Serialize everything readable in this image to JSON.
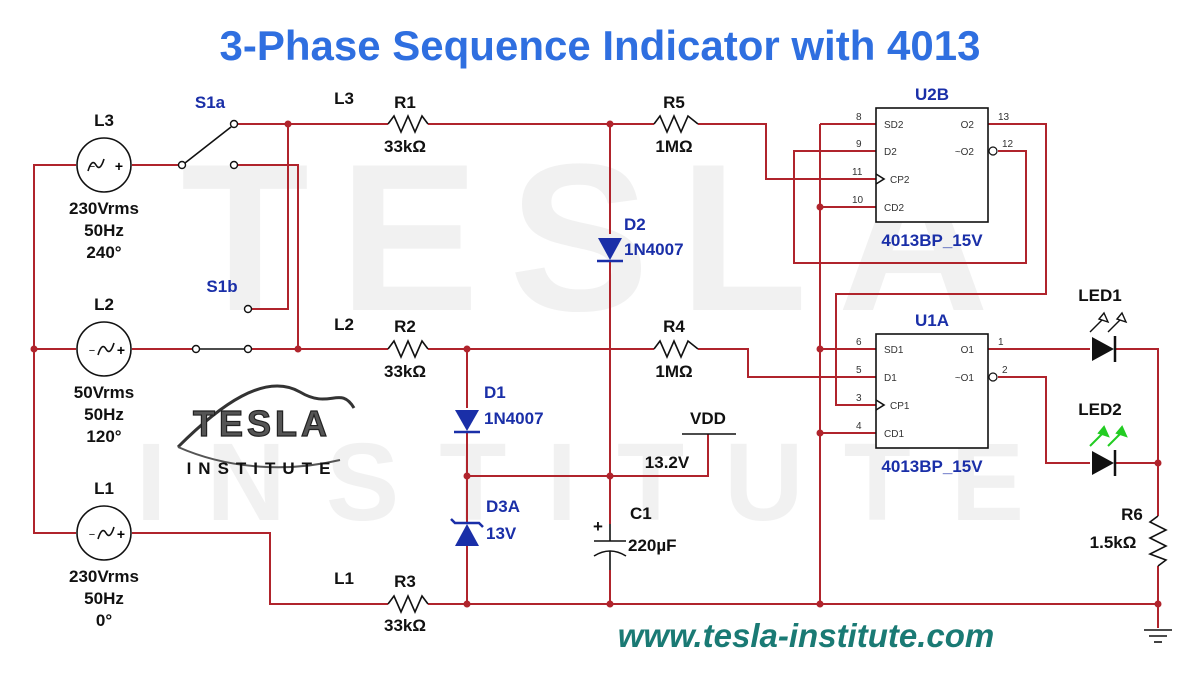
{
  "title": "3-Phase Sequence Indicator with 4013",
  "website": "www.tesla-institute.com",
  "logo": {
    "word": "TESLA",
    "sub": "INSTITUTE"
  },
  "watermark": {
    "word": "TESLA",
    "sub": "INSTITUTE"
  },
  "sources": [
    {
      "name": "L3",
      "lines": [
        "230Vrms",
        "50Hz",
        "240°"
      ]
    },
    {
      "name": "L2",
      "lines": [
        "50Vrms",
        "50Hz",
        "120°"
      ]
    },
    {
      "name": "L1",
      "lines": [
        "230Vrms",
        "50Hz",
        "0°"
      ]
    }
  ],
  "switches": {
    "s1a": "S1a",
    "s1b": "S1b"
  },
  "lines": {
    "l3": "L3",
    "l2": "L2",
    "l1": "L1"
  },
  "resistors": {
    "r1": {
      "name": "R1",
      "value": "33kΩ"
    },
    "r2": {
      "name": "R2",
      "value": "33kΩ"
    },
    "r3": {
      "name": "R3",
      "value": "33kΩ"
    },
    "r4": {
      "name": "R4",
      "value": "1MΩ"
    },
    "r5": {
      "name": "R5",
      "value": "1MΩ"
    },
    "r6": {
      "name": "R6",
      "value": "1.5kΩ"
    }
  },
  "diodes": {
    "d1": {
      "name": "D1",
      "part": "1N4007"
    },
    "d2": {
      "name": "D2",
      "part": "1N4007"
    },
    "d3": {
      "name": "D3A",
      "part": "13V"
    }
  },
  "capacitor": {
    "name": "C1",
    "value": "220µF",
    "plus": "+"
  },
  "vdd": {
    "name": "VDD",
    "voltage": "13.2V"
  },
  "ics": {
    "u2b": {
      "name": "U2B",
      "part": "4013BP_15V",
      "pins_left": [
        {
          "num": "8",
          "label": "SD2"
        },
        {
          "num": "9",
          "label": "D2"
        },
        {
          "num": "11",
          "label": "CP2"
        },
        {
          "num": "10",
          "label": "CD2"
        }
      ],
      "pins_right": [
        {
          "num": "13",
          "label": "O2"
        },
        {
          "num": "12",
          "label": "~O2"
        }
      ]
    },
    "u1a": {
      "name": "U1A",
      "part": "4013BP_15V",
      "pins_left": [
        {
          "num": "6",
          "label": "SD1"
        },
        {
          "num": "5",
          "label": "D1"
        },
        {
          "num": "3",
          "label": "CP1"
        },
        {
          "num": "4",
          "label": "CD1"
        }
      ],
      "pins_right": [
        {
          "num": "1",
          "label": "O1"
        },
        {
          "num": "2",
          "label": "~O1"
        }
      ]
    }
  },
  "leds": {
    "led1": {
      "name": "LED1",
      "color": "#ffffff"
    },
    "led2": {
      "name": "LED2",
      "color": "#22cc22"
    }
  },
  "colors": {
    "title": "#2f6fe0",
    "website": "#1a7a74",
    "wire": "#b0242c",
    "component_label": "#1a2fa8"
  }
}
